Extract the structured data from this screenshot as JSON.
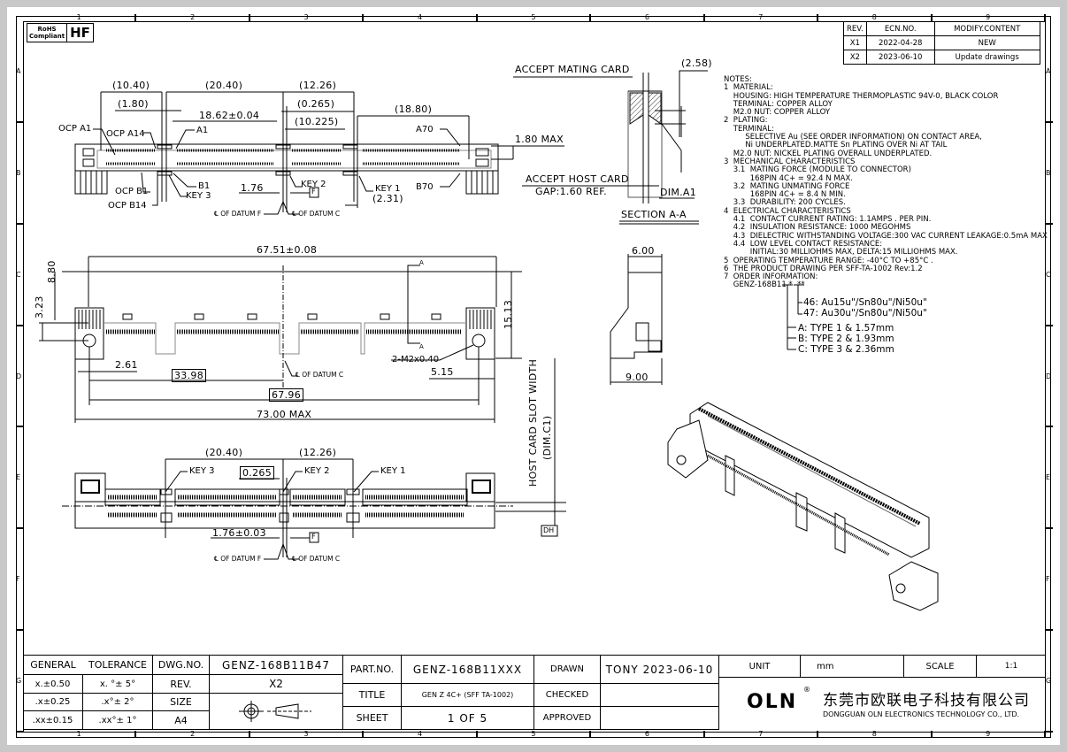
{
  "border": {
    "columns": [
      "1",
      "2",
      "3",
      "4",
      "5",
      "6",
      "7",
      "8",
      "9"
    ],
    "rows": [
      "A",
      "B",
      "C",
      "D",
      "E",
      "F",
      "G"
    ]
  },
  "compliance": {
    "rohs": "RoHS Compliant",
    "rohs_line1": "RoHS",
    "rohs_line2": "Compliant",
    "hf": "HF"
  },
  "revision_table": {
    "headers": [
      "REV.",
      "ECN.NO.",
      "MODIFY.CONTENT"
    ],
    "rows": [
      [
        "X1",
        "2022-04-28",
        "NEW"
      ],
      [
        "X2",
        "2023-06-10",
        "Update drawings"
      ]
    ]
  },
  "top_view": {
    "dims": {
      "d1040": "(10.40)",
      "d180": "(1.80)",
      "d2040": "(20.40)",
      "d1862": "18.62±0.04",
      "d1226": "(12.26)",
      "d0265": "(0.265)",
      "d10225": "(10.225)",
      "d1880": "(18.80)",
      "d176": "1.76",
      "d231": "(2.31)",
      "d180max": "1.80 MAX"
    },
    "labels": {
      "ocp_a1": "OCP A1",
      "ocp_a14": "OCP A14",
      "a1": "A1",
      "a70": "A70",
      "ocp_b1": "OCP B1",
      "ocp_b14": "OCP B14",
      "b1": "B1",
      "b70": "B70",
      "key1": "KEY 1",
      "key2": "KEY 2",
      "key3": "KEY 3",
      "datum_f": "℄ OF DATUM F",
      "datum_c": "℄ OF DATUM C",
      "f": "F"
    }
  },
  "section": {
    "accept_mating": "ACCEPT MATING CARD",
    "d258": "(2.58)",
    "accept_host": "ACCEPT HOST CARD",
    "gap": "GAP:1.60 REF.",
    "dim_a1": "DIM.A1",
    "title": "SECTION A-A"
  },
  "front_view": {
    "d6751": "67.51±0.08",
    "d880": "8.80",
    "d323": "3.23",
    "d1513": "15.13",
    "d261": "2.61",
    "d3398": "33.98",
    "d6796": "67.96",
    "d7300": "73.00 MAX",
    "d515": "5.15",
    "screw": "2-M2x0.40",
    "datum_c": "℄ OF DATUM C",
    "a": "A"
  },
  "side_view": {
    "d600": "6.00",
    "d900": "9.00"
  },
  "host_slot": {
    "line1": "HOST CARD SLOT WIDTH",
    "line2": "(DIM.C1)",
    "dh": "DH"
  },
  "bottom_view": {
    "d2040": "(20.40)",
    "d1226": "(12.26)",
    "d0265": "0.265",
    "d176": "1.76±0.03",
    "key1": "KEY 1",
    "key2": "KEY 2",
    "key3": "KEY 3",
    "f": "F",
    "datum_f": "℄ OF DATUM F",
    "datum_c": "℄ OF DATUM C"
  },
  "notes": {
    "text": "NOTES:\n1  MATERIAL:\n    HOUSING: HIGH TEMPERATURE THERMOPLASTIC 94V-0, BLACK COLOR\n    TERMINAL: COPPER ALLOY\n    M2.0 NUT: COPPER ALLOY\n2  PLATING:\n    TERMINAL:\n         SELECTIVE Au (SEE ORDER INFORMATION) ON CONTACT AREA,\n         Ni UNDERPLATED.MATTE Sn PLATING OVER Ni AT TAIL\n    M2.0 NUT: NICKEL PLATING OVERALL UNDERPLATED.\n3  MECHANICAL CHARACTERISTICS\n    3.1  MATING FORCE (MODULE TO CONNECTOR)\n           168PIN 4C+ = 92.4 N MAX.\n    3.2  MATING UNMATING FORCE\n           168PIN 4C+ = 8.4 N MIN.\n    3.3  DURABILITY: 200 CYCLES.\n4  ELECTRICAL CHARACTERISTICS\n    4.1  CONTACT CURRENT RATING: 1.1AMPS . PER PIN.\n    4.2  INSULATION RESISTANCE: 1000 MEGOHMS\n    4.3  DIELECTRIC WITHSTANDING VOLTAGE:300 VAC CURRENT LEAKAGE:0.5mA MAX\n    4.4  LOW LEVEL CONTACT RESISTANCE:\n           INITIAL:30 MILLIOHMS MAX, DELTA:15 MILLIOHMS MAX.\n5  OPERATING TEMPERATURE RANGE: -40°C TO +85°C .\n6  THE PRODUCT DRAWING PER SFF-TA-1002 Rev:1.2\n7  ORDER INFORMATION:\n    GENZ-168B11 *  **",
    "order_options": [
      "46: Au15u\"/Sn80u\"/Ni50u\"",
      "47: Au30u\"/Sn80u\"/Ni50u\"",
      "A: TYPE 1 & 1.57mm",
      "B: TYPE 2 & 1.93mm",
      "C: TYPE 3 & 2.36mm"
    ]
  },
  "title_block": {
    "general": "GENERAL",
    "tolerance": "TOLERANCE",
    "tol_rows": [
      [
        "x.±0.50",
        "x. °± 5°"
      ],
      [
        ".x±0.25",
        ".x°± 2°"
      ],
      [
        ".xx±0.15",
        ".xx°± 1°"
      ]
    ],
    "dwg_no_label": "DWG.NO.",
    "dwg_no": "GENZ-168B11B47",
    "rev_label": "REV.",
    "rev": "X2",
    "size_label": "SIZE",
    "size": "A4",
    "part_no_label": "PART.NO.",
    "part_no": "GENZ-168B11XXX",
    "title_label": "TITLE",
    "title": "GEN Z 4C+ (SFF TA-1002)",
    "sheet_label": "SHEET",
    "sheet": "1 OF 5",
    "drawn_label": "DRAWN",
    "drawn": "TONY 2023-06-10",
    "checked_label": "CHECKED",
    "checked": "",
    "approved_label": "APPROVED",
    "approved": "",
    "unit_label": "UNIT",
    "unit": "mm",
    "scale_label": "SCALE",
    "scale": "1:1",
    "company_logo": "OLN",
    "company_cn": "东莞市欧联电子科技有限公司",
    "company_en": "DONGGUAN OLN ELECTRONICS TECHNOLOGY CO., LTD."
  }
}
